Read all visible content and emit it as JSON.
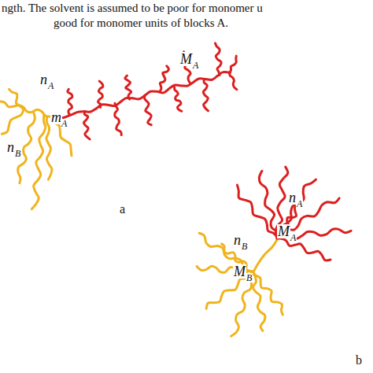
{
  "diagram": {
    "labels": [
      "ngth.  The solvent is assumed to be poor for monomer u",
      "good for monomer units of blocks A.",
      "n",
      "A",
      "M",
      "A",
      "m",
      "A",
      "n",
      "B",
      "n",
      "A",
      "M",
      "A",
      "n",
      "B",
      "M",
      "B",
      "a",
      "b"
    ]
  }
}
